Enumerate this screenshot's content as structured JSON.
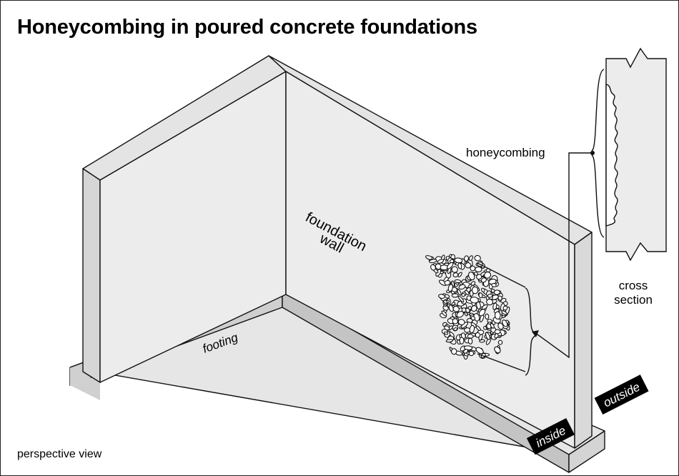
{
  "title": "Honeycombing in poured concrete foundations",
  "labels": {
    "wall_line1": "foundation",
    "wall_line2": "wall",
    "footing": "footing",
    "honeycombing": "honeycombing",
    "cross_line1": "cross",
    "cross_line2": "section",
    "inside": "inside",
    "outside": "outside",
    "view": "perspective view"
  },
  "colors": {
    "wall_face": "#ececec",
    "wall_top": "#e4e4e4",
    "wall_edge": "#d9d9d9",
    "footing_top": "#e6e6e6",
    "footing_side": "#c8c8c8",
    "line": "#111111",
    "label_bg": "#000000"
  }
}
